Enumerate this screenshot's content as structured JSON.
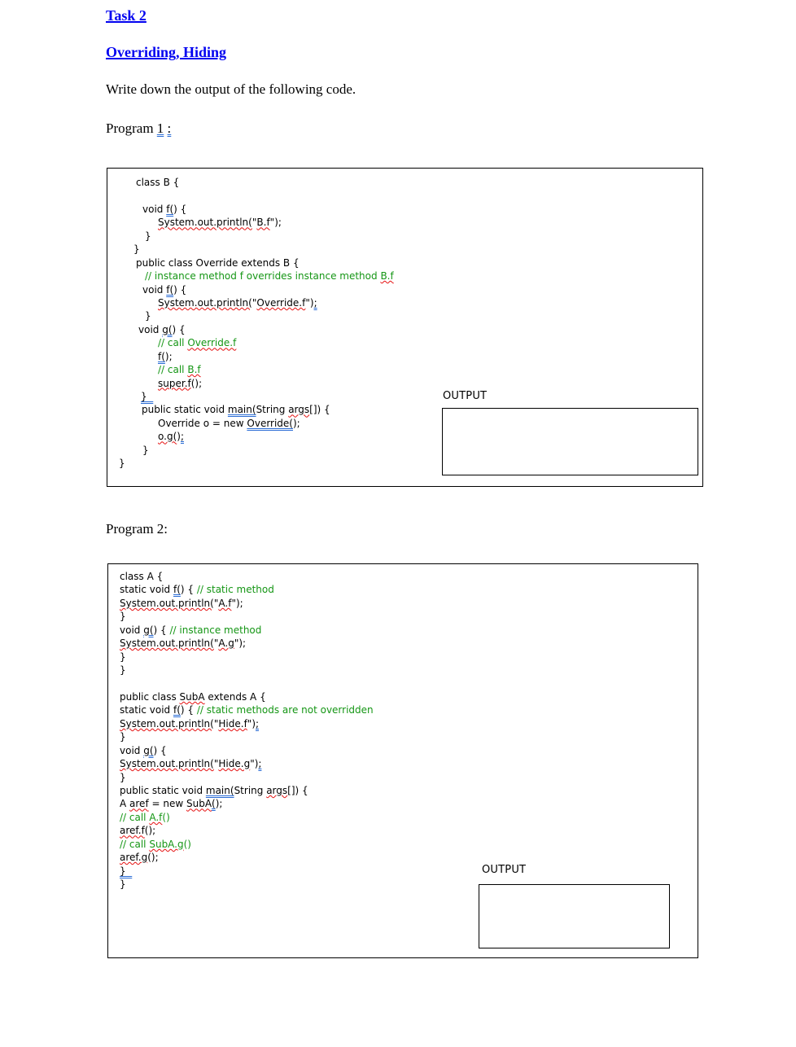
{
  "colors": {
    "hyperlink_blue": "#0000f0",
    "comment_green": "#159615",
    "spellcheck_red": "#e51010",
    "grammar_blue": "#2a6cd5",
    "text_black": "#000000"
  },
  "header": {
    "task_title": "Task 2",
    "topic_title": "Overriding, Hiding",
    "instruction": "Write down the output of the following code.",
    "program1_label": {
      "segments": [
        {
          "t": "Program ",
          "c": ""
        },
        {
          "t": "1",
          "c": "bu"
        },
        {
          "t": " ",
          "c": ""
        },
        {
          "t": ":",
          "c": "bu"
        }
      ]
    },
    "program2_label": "Program 2:"
  },
  "labels": {
    "output": "OUTPUT"
  },
  "program1": {
    "output_value": "",
    "lines": [
      {
        "i": 35,
        "s": [
          {
            "t": "class B {",
            "c": ""
          }
        ]
      },
      {
        "i": 0,
        "s": []
      },
      {
        "i": 43,
        "s": [
          {
            "t": "void ",
            "c": ""
          },
          {
            "t": "f(",
            "c": "bu"
          },
          {
            "t": ") {",
            "c": ""
          }
        ]
      },
      {
        "i": 62,
        "s": [
          {
            "t": "System.out.println(",
            "c": "sq"
          },
          {
            "t": "\"",
            "c": ""
          },
          {
            "t": "B.f",
            "c": "sq"
          },
          {
            "t": "\");",
            "c": ""
          }
        ]
      },
      {
        "i": 46,
        "s": [
          {
            "t": "}",
            "c": ""
          }
        ]
      },
      {
        "i": 32,
        "s": [
          {
            "t": "}",
            "c": ""
          }
        ]
      },
      {
        "i": 35,
        "s": [
          {
            "t": "public class Override extends B {",
            "c": ""
          }
        ]
      },
      {
        "i": 46,
        "s": [
          {
            "t": "// instance method f overrides instance method ",
            "c": "cm"
          },
          {
            "t": "B.f",
            "c": "cm sq"
          }
        ]
      },
      {
        "i": 43,
        "s": [
          {
            "t": "void ",
            "c": ""
          },
          {
            "t": "f(",
            "c": "bu"
          },
          {
            "t": ") {",
            "c": ""
          }
        ]
      },
      {
        "i": 62,
        "s": [
          {
            "t": "System.out.println(",
            "c": "sq"
          },
          {
            "t": "\"",
            "c": ""
          },
          {
            "t": "Override.f",
            "c": "sq"
          },
          {
            "t": "\")",
            "c": ""
          },
          {
            "t": ";",
            "c": "bu"
          }
        ]
      },
      {
        "i": 46,
        "s": [
          {
            "t": "}",
            "c": ""
          }
        ]
      },
      {
        "i": 38,
        "s": [
          {
            "t": "void ",
            "c": ""
          },
          {
            "t": "g(",
            "c": "bu"
          },
          {
            "t": ") {",
            "c": ""
          }
        ]
      },
      {
        "i": 62,
        "s": [
          {
            "t": "// call ",
            "c": "cm"
          },
          {
            "t": "Override.f",
            "c": "cm sq"
          }
        ]
      },
      {
        "i": 62,
        "s": [
          {
            "t": "f(",
            "c": "bu"
          },
          {
            "t": ");",
            "c": ""
          }
        ]
      },
      {
        "i": 62,
        "s": [
          {
            "t": "// call ",
            "c": "cm"
          },
          {
            "t": "B.f",
            "c": "cm sq"
          }
        ]
      },
      {
        "i": 62,
        "s": [
          {
            "t": "super.f",
            "c": "sq"
          },
          {
            "t": "();",
            "c": ""
          }
        ]
      },
      {
        "i": 41,
        "s": [
          {
            "t": "}  ",
            "c": "bu"
          }
        ]
      },
      {
        "i": 42,
        "s": [
          {
            "t": "public static void ",
            "c": ""
          },
          {
            "t": "main(",
            "c": "bu"
          },
          {
            "t": "String ",
            "c": ""
          },
          {
            "t": "args",
            "c": "sq"
          },
          {
            "t": "[]) {",
            "c": ""
          }
        ]
      },
      {
        "i": 62,
        "s": [
          {
            "t": "Override o = new ",
            "c": ""
          },
          {
            "t": "Override(",
            "c": "bu"
          },
          {
            "t": ");",
            "c": ""
          }
        ]
      },
      {
        "i": 62,
        "s": [
          {
            "t": "o.g(",
            "c": "sq"
          },
          {
            "t": ")",
            "c": ""
          },
          {
            "t": ";",
            "c": "bu"
          }
        ]
      },
      {
        "i": 43,
        "s": [
          {
            "t": "}",
            "c": ""
          }
        ]
      },
      {
        "i": 14,
        "s": [
          {
            "t": "}",
            "c": ""
          }
        ]
      }
    ]
  },
  "program2": {
    "output_value": "",
    "lines": [
      {
        "i": 14,
        "s": [
          {
            "t": "class A {",
            "c": ""
          }
        ]
      },
      {
        "i": 14,
        "s": [
          {
            "t": "static void ",
            "c": ""
          },
          {
            "t": "f(",
            "c": "bu"
          },
          {
            "t": ") { ",
            "c": ""
          },
          {
            "t": "// static method",
            "c": "cm"
          }
        ]
      },
      {
        "i": 14,
        "s": [
          {
            "t": "System.out.println(",
            "c": "sq"
          },
          {
            "t": "\"",
            "c": ""
          },
          {
            "t": "A.f",
            "c": "sq"
          },
          {
            "t": "\");",
            "c": ""
          }
        ]
      },
      {
        "i": 14,
        "s": [
          {
            "t": "}",
            "c": ""
          }
        ]
      },
      {
        "i": 14,
        "s": [
          {
            "t": "void ",
            "c": ""
          },
          {
            "t": "g(",
            "c": "bu"
          },
          {
            "t": ") { ",
            "c": ""
          },
          {
            "t": "// instance method",
            "c": "cm"
          }
        ]
      },
      {
        "i": 14,
        "s": [
          {
            "t": "System.out.println(",
            "c": "sq"
          },
          {
            "t": "\"",
            "c": ""
          },
          {
            "t": "A.g",
            "c": "sq"
          },
          {
            "t": "\");",
            "c": ""
          }
        ]
      },
      {
        "i": 14,
        "s": [
          {
            "t": "}",
            "c": ""
          }
        ]
      },
      {
        "i": 14,
        "s": [
          {
            "t": "}",
            "c": ""
          }
        ]
      },
      {
        "i": 0,
        "s": []
      },
      {
        "i": 14,
        "s": [
          {
            "t": "public class ",
            "c": ""
          },
          {
            "t": "SubA",
            "c": "sq"
          },
          {
            "t": " extends A {",
            "c": ""
          }
        ]
      },
      {
        "i": 14,
        "s": [
          {
            "t": "static void ",
            "c": ""
          },
          {
            "t": "f(",
            "c": "bu"
          },
          {
            "t": ") { ",
            "c": ""
          },
          {
            "t": "// static methods are not overridden",
            "c": "cm"
          }
        ]
      },
      {
        "i": 14,
        "s": [
          {
            "t": "System.out.println(",
            "c": "sq"
          },
          {
            "t": "\"",
            "c": ""
          },
          {
            "t": "Hide.f",
            "c": "sq"
          },
          {
            "t": "\")",
            "c": ""
          },
          {
            "t": ";",
            "c": "bu"
          }
        ]
      },
      {
        "i": 14,
        "s": [
          {
            "t": "}",
            "c": ""
          }
        ]
      },
      {
        "i": 14,
        "s": [
          {
            "t": "void ",
            "c": ""
          },
          {
            "t": "g(",
            "c": "bu"
          },
          {
            "t": ") {",
            "c": ""
          }
        ]
      },
      {
        "i": 14,
        "s": [
          {
            "t": "System.out.println(",
            "c": "sq"
          },
          {
            "t": "\"",
            "c": ""
          },
          {
            "t": "Hide.g",
            "c": "sq"
          },
          {
            "t": "\")",
            "c": ""
          },
          {
            "t": ";",
            "c": "bu"
          }
        ]
      },
      {
        "i": 14,
        "s": [
          {
            "t": "}",
            "c": ""
          }
        ]
      },
      {
        "i": 14,
        "s": [
          {
            "t": "public static void ",
            "c": ""
          },
          {
            "t": "main(",
            "c": "bu"
          },
          {
            "t": "String ",
            "c": ""
          },
          {
            "t": "args",
            "c": "sq"
          },
          {
            "t": "[]) {",
            "c": ""
          }
        ]
      },
      {
        "i": 14,
        "s": [
          {
            "t": "A ",
            "c": ""
          },
          {
            "t": "aref",
            "c": "sq"
          },
          {
            "t": " = new ",
            "c": ""
          },
          {
            "t": "SubA",
            "c": "sq"
          },
          {
            "t": "(",
            "c": "bu"
          },
          {
            "t": ");",
            "c": ""
          }
        ]
      },
      {
        "i": 14,
        "s": [
          {
            "t": "// call ",
            "c": "cm"
          },
          {
            "t": "A.f",
            "c": "cm sq"
          },
          {
            "t": "()",
            "c": "cm"
          }
        ]
      },
      {
        "i": 14,
        "s": [
          {
            "t": "aref.f",
            "c": "sq"
          },
          {
            "t": "();",
            "c": ""
          }
        ]
      },
      {
        "i": 14,
        "s": [
          {
            "t": "// call ",
            "c": "cm"
          },
          {
            "t": "SubA.g",
            "c": "cm sq"
          },
          {
            "t": "()",
            "c": "cm"
          }
        ]
      },
      {
        "i": 14,
        "s": [
          {
            "t": "aref.g",
            "c": "sq"
          },
          {
            "t": "();",
            "c": ""
          }
        ]
      },
      {
        "i": 14,
        "s": [
          {
            "t": "}  ",
            "c": "bu"
          }
        ]
      },
      {
        "i": 14,
        "s": [
          {
            "t": "}",
            "c": ""
          }
        ]
      }
    ]
  }
}
